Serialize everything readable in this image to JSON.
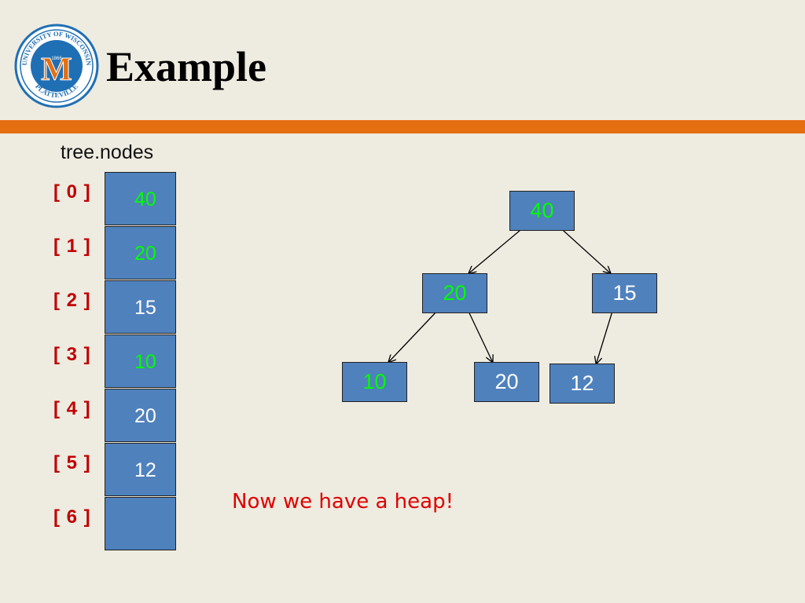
{
  "slide": {
    "title": "Example",
    "message": "Now we have a heap!"
  },
  "logo": {
    "ring_text": "UNIVERSITY OF WISCONSIN",
    "bottom_text": "PLATTEVILLE",
    "year": "1866",
    "letter": "M"
  },
  "colors": {
    "bar": "#e56e10",
    "cell": "#4f81bd",
    "highlight": "#00ff00",
    "index": "#c00000",
    "message": "#e00000"
  },
  "array": {
    "label": "tree.nodes",
    "cells": [
      {
        "index": "[ 0 ]",
        "value": "40",
        "highlight": true
      },
      {
        "index": "[ 1 ]",
        "value": "20",
        "highlight": true
      },
      {
        "index": "[ 2 ]",
        "value": "15",
        "highlight": false
      },
      {
        "index": "[ 3 ]",
        "value": "10",
        "highlight": true
      },
      {
        "index": "[ 4 ]",
        "value": "20",
        "highlight": false
      },
      {
        "index": "[ 5 ]",
        "value": "12",
        "highlight": false
      },
      {
        "index": "[ 6 ]",
        "value": "",
        "highlight": false
      }
    ]
  },
  "tree": {
    "nodes": [
      {
        "id": "n0",
        "value": "40",
        "highlight": true
      },
      {
        "id": "n1",
        "value": "20",
        "highlight": true
      },
      {
        "id": "n2",
        "value": "15",
        "highlight": false
      },
      {
        "id": "n3",
        "value": "10",
        "highlight": true
      },
      {
        "id": "n4",
        "value": "20",
        "highlight": false
      },
      {
        "id": "n5",
        "value": "12",
        "highlight": false
      }
    ],
    "edges": [
      [
        "n0",
        "n1"
      ],
      [
        "n0",
        "n2"
      ],
      [
        "n1",
        "n3"
      ],
      [
        "n1",
        "n4"
      ],
      [
        "n2",
        "n5"
      ]
    ]
  }
}
